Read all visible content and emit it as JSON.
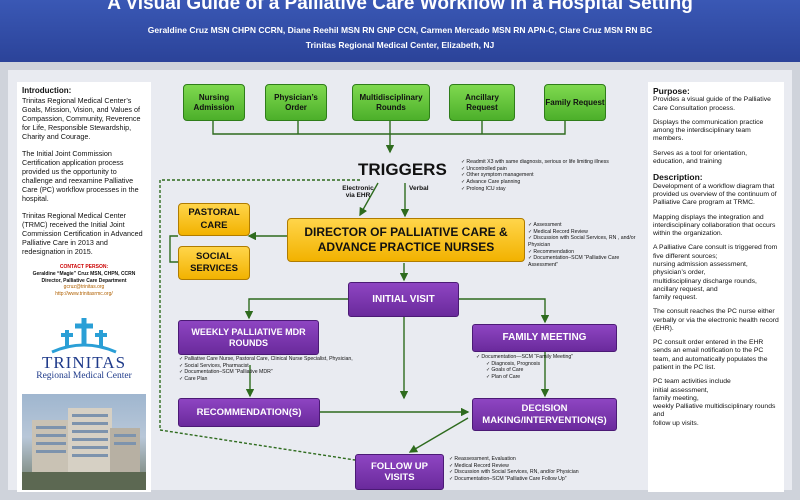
{
  "header": {
    "title": "A Visual Guide of a Palliative Care Workflow in a Hospital Setting",
    "authors": "Geraldine Cruz MSN CHPN CCRN, Diane Reehil MSN RN GNP CCN, Carmen Mercado MSN RN APN-C, Clare Cruz MSN RN BC",
    "institution": "Trinitas Regional Medical Center, Elizabeth, NJ"
  },
  "left": {
    "intro_heading": "Introduction:",
    "intro_p1": "Trinitas Regional Medical Center’s Goals, Mission, Vision, and Values of Compassion, Community, Reverence for Life, Responsible Stewardship, Charity and Courage.",
    "intro_p2": "The Initial Joint Commission Certification application process provided us the opportunity to challenge and reexamine Palliative Care (PC) workflow processes in the hospital.",
    "intro_p3": "Trinitas Regional Medical Center (TRMC) received the Initial Joint Commission Certification in Advanced Palliative Care in 2013 and redesignation in 2015.",
    "contact_label": "CONTACT PERSON:",
    "contact_name": "Geraldine “Magie” Cruz MSN, CHPN, CCRN",
    "contact_title": "Director, Palliative Care Department",
    "contact_email": "gcruz@trinitas.org",
    "contact_url": "http://www.trinitasrmc.org/",
    "logo_word": "TRINITAS",
    "logo_sub": "Regional Medical Center"
  },
  "right": {
    "purpose_heading": "Purpose:",
    "purpose_p1": "Provides a visual guide of the Palliative Care Consultation process.",
    "purpose_p2": "Displays the communication  practice among the interdisciplinary team members.",
    "purpose_p3": "Serves as a tool for orientation, education, and training",
    "desc_heading": "Description:",
    "desc_p1": "Development of a workflow diagram that provided us overview of the continuum of Palliative Care program at TRMC.",
    "desc_p2": "Mapping displays the integration and interdisciplinary collaboration that occurs within the organization.",
    "desc_p3": "A Palliative Care consult is triggered from five different sources;",
    "sources": [
      "nursing admission assessment,",
      "physician’s order,",
      "multidisciplinary discharge rounds,",
      "ancillary request, and",
      "family request."
    ],
    "desc_p4": "The consult reaches the PC nurse either verbally or via the electronic health record (EHR).",
    "desc_p5": "PC consult order entered in the EHR sends an email notification to the PC team, and automatically populates the patient in the PC list.",
    "desc_p6": "PC team activities include",
    "activities": [
      "initial assessment,",
      "family meeting,",
      "weekly Palliative multidisciplinary rounds and",
      "follow up visits."
    ]
  },
  "diagram": {
    "sources": [
      "Nursing Admission",
      "Physician’s Order",
      "Multidisciplinary Rounds",
      "Ancillary Request",
      "Family Request"
    ],
    "triggers": "TRIGGERS",
    "trigger_notes": [
      "Readmit X3 with same diagnosis, serious or life limiting illness",
      "Uncontrolled pain",
      "Other symptom management",
      "Advance Care planning",
      "Prolong ICU stay"
    ],
    "via_ehr": "Electronic via EHR",
    "verbal": "Verbal",
    "pastoral": "PASTORAL CARE",
    "social": "SOCIAL SERVICES",
    "director": "DIRECTOR OF PALLIATIVE CARE & ADVANCE PRACTICE NURSES",
    "director_notes": [
      "Assessment",
      "Medical Record Review",
      "Discussion with Social Services, RN , and/or Physician",
      "Recommendation",
      "Documentation–SCM “Palliative Care Assessment”"
    ],
    "initial_visit": "INITIAL VISIT",
    "weekly": "WEEKLY PALLIATIVE MDR ROUNDS",
    "weekly_notes": [
      "Palliative Care Nurse, Pastoral Care, Clinical Nurse Specialist, Physician,",
      "Social Services, Pharmacist",
      "Documentation–SCM “Palliative MDR”",
      "Care Plan"
    ],
    "family_meeting": "FAMILY MEETING",
    "family_notes": [
      "Documentation—SCM “Family Meeting”"
    ],
    "family_subnotes": [
      "Diagnosis, Prognosis",
      "Goals of Care",
      "Plan of Care"
    ],
    "recommendation": "RECOMMENDATION(S)",
    "decision": "DECISION MAKING/INTERVENTION(S)",
    "followup": "FOLLOW UP VISITS",
    "followup_notes": [
      "Reassessment, Evaluation",
      "Medical Record Review",
      "Discussion with Social Services, RN, and/or Physician",
      "Documentation–SCM “Palliative Care Follow Up”"
    ]
  },
  "colors": {
    "header_blue": "#2b4399",
    "green_box": "#4caf2a",
    "purple_box": "#6a2a9c",
    "gold_box": "#f2b200",
    "connector": "#2e6b1e"
  }
}
